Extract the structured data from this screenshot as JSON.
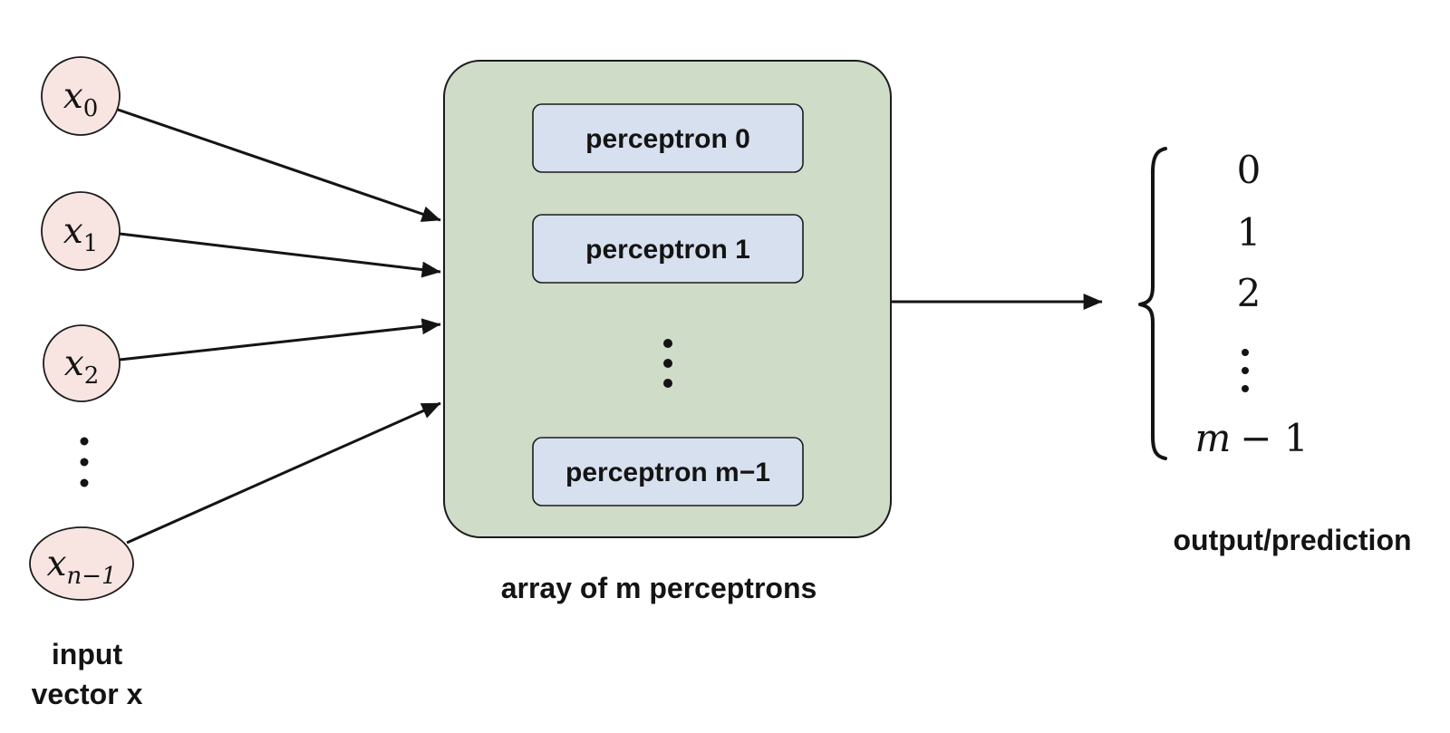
{
  "colors": {
    "background": "#ffffff",
    "input_node_fill": "#f8e5e1",
    "input_node_stroke": "#1c1c1c",
    "container_fill": "#cfdcc8",
    "container_stroke": "#1c1c1c",
    "perceptron_fill": "#d7e0ee",
    "perceptron_stroke": "#1c1c1c",
    "line": "#141414",
    "text": "#141414"
  },
  "inputs": {
    "nodes": [
      {
        "base": "x",
        "sub": "0"
      },
      {
        "base": "x",
        "sub": "1"
      },
      {
        "base": "x",
        "sub": "2"
      },
      {
        "base": "x",
        "sub": "n−1"
      }
    ],
    "ellipsis": "⋮",
    "label_line1": "input",
    "label_line2": "vector x"
  },
  "perceptrons": {
    "boxes": [
      "perceptron 0",
      "perceptron 1",
      "perceptron m−1"
    ],
    "ellipsis": "⋮",
    "caption": "array of m perceptrons"
  },
  "output": {
    "values": [
      "0",
      "1",
      "2"
    ],
    "ellipsis": "⋮",
    "last_value_var": "m",
    "last_value_rest": "− 1",
    "caption": "output/prediction"
  }
}
